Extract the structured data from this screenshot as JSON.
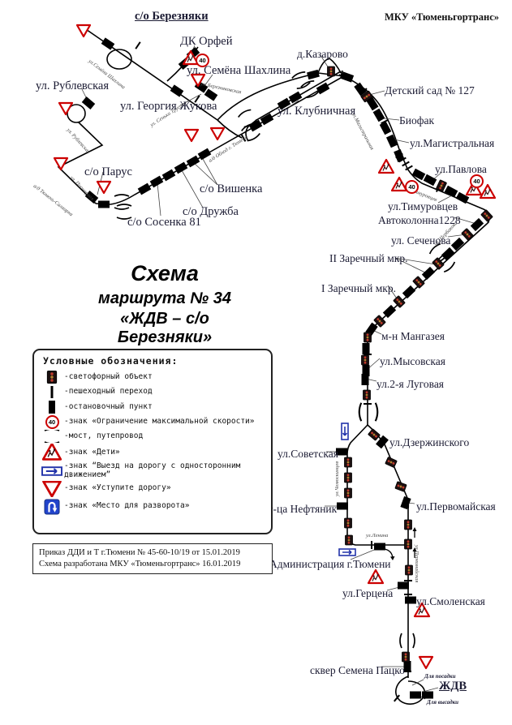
{
  "header": {
    "agency": "МКУ «Тюменьгортранс»"
  },
  "title": {
    "line1": "Схема",
    "line2": "маршрута № 34",
    "line3": "«ЖДВ – с/о Березняки»"
  },
  "signs": {
    "speed_value": "40"
  },
  "colors": {
    "road": "#000000",
    "sign_red": "#cc0000",
    "sign_blue": "#2233aa",
    "label_text": "#1b1b33"
  },
  "map_labels": [
    {
      "text": "с/о Березняки"
    },
    {
      "text": "ДК Орфей"
    },
    {
      "text": "ул. Семёна Шахлина"
    },
    {
      "text": "ул. Рублевская"
    },
    {
      "text": "ул. Георгия Жукова"
    },
    {
      "text": "ул. Клубничная"
    },
    {
      "text": "д.Казарово"
    },
    {
      "text": "Детский сад № 127"
    },
    {
      "text": "Биофак"
    },
    {
      "text": "ул.Магистральная"
    },
    {
      "text": "ул.Павлова"
    },
    {
      "text": "с/о Парус"
    },
    {
      "text": "с/о Вишенка"
    },
    {
      "text": "с/о Дружба"
    },
    {
      "text": "с/о Сосенка 81"
    },
    {
      "text": "ул.Тимуровцев"
    },
    {
      "text": "Автоколонна1228"
    },
    {
      "text": "ул. Сеченова"
    },
    {
      "text": "II Заречный мкр."
    },
    {
      "text": "I Заречный мкр."
    },
    {
      "text": "м-н Мангазея"
    },
    {
      "text": "ул.Мысовская"
    },
    {
      "text": "ул.2-я Луговая"
    },
    {
      "text": "ул.Дзержинского"
    },
    {
      "text": "ул.Советская"
    },
    {
      "text": "г-ца Нефтяник"
    },
    {
      "text": "ул.Первомайская"
    },
    {
      "text": "Администрация г.Тюмени"
    },
    {
      "text": "ул.Герцена"
    },
    {
      "text": "ул.Смоленская"
    },
    {
      "text": "сквер Семена Пацко"
    },
    {
      "text": "ЖДВ"
    },
    {
      "text": "Для посадки"
    },
    {
      "text": "Для высадки"
    }
  ],
  "street_labels": [
    {
      "text": "ул.Семёна Шахлина"
    },
    {
      "text": "ул. Березняковская"
    },
    {
      "text": "ул. Рублевская"
    },
    {
      "text": "ул. Пионерная"
    },
    {
      "text": "а/д Тюмень-Салаирка"
    },
    {
      "text": "а/д Обход г. Тюмени"
    },
    {
      "text": "ул. Сеньки Трусова"
    },
    {
      "text": "ул.Магистральная"
    },
    {
      "text": "ул.Тимуровцев"
    },
    {
      "text": "ул.Щербакова"
    },
    {
      "text": "ул.Челюскинцев"
    },
    {
      "text": "ул.Ленина"
    },
    {
      "text": "ул.Первомайская"
    }
  ],
  "legend": {
    "title": "Условные обозначения:",
    "items": [
      {
        "icon": "traffic-light",
        "text": "-светофорный объект"
      },
      {
        "icon": "crosswalk",
        "text": "-пешеходный переход"
      },
      {
        "icon": "stop-point",
        "text": "-остановочный пункт"
      },
      {
        "icon": "speed-limit-40",
        "text": "-знак «Ограничение максимальной скорости»"
      },
      {
        "icon": "bridge",
        "text": "-мост, путепровод"
      },
      {
        "icon": "children-sign",
        "text": "-знак «Дети»"
      },
      {
        "icon": "one-way-sign",
        "text": "-знак “Выезд на дорогу с односторонним движением”"
      },
      {
        "icon": "yield-sign",
        "text": "-знак «Уступите дорогу»"
      },
      {
        "icon": "u-turn-sign",
        "text": "-знак «Место для разворота»"
      }
    ]
  },
  "order_box": {
    "line1": "Приказ ДДИ и Т г.Тюмени № 45-60-10/19 от 15.01.2019",
    "line2": "Схема разработана МКУ «Тюменьгортранс» 16.01.2019"
  }
}
